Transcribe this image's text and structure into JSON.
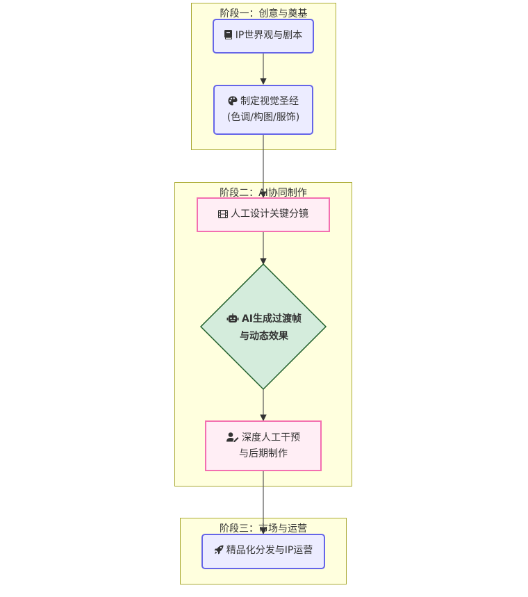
{
  "diagram": {
    "clusters": [
      {
        "id": "stage1",
        "title": "阶段一：创意与奠基"
      },
      {
        "id": "stage2",
        "title": "阶段二：AI协同制作"
      },
      {
        "id": "stage3",
        "title": "阶段三：市场与运营"
      }
    ],
    "nodes": {
      "ip_world": {
        "icon": "book-icon",
        "lines": [
          "IP世界观与剧本"
        ]
      },
      "visual_bible": {
        "icon": "palette-icon",
        "lines": [
          "制定视觉圣经",
          "(色调/构图/服饰)"
        ]
      },
      "storyboard": {
        "icon": "film-icon",
        "lines": [
          "人工设计关键分镜"
        ]
      },
      "ai_generate": {
        "icon": "robot-icon",
        "lines": [
          "AI生成过渡帧",
          "与动态效果"
        ]
      },
      "human_post": {
        "icon": "user-edit-icon",
        "lines": [
          "深度人工干预",
          "与后期制作"
        ]
      },
      "distribution": {
        "icon": "rocket-icon",
        "lines": [
          "精品化分发与IP运营"
        ]
      }
    },
    "edges": [
      [
        "ip_world",
        "visual_bible"
      ],
      [
        "visual_bible",
        "storyboard"
      ],
      [
        "storyboard",
        "ai_generate"
      ],
      [
        "ai_generate",
        "human_post"
      ],
      [
        "human_post",
        "distribution"
      ]
    ],
    "colors": {
      "cluster_fill": "#ffffde",
      "cluster_stroke": "#aaaa33",
      "blue_node_fill": "#ececff",
      "blue_node_stroke": "#6565e8",
      "pink_node_fill": "#ffeef5",
      "pink_node_stroke": "#f36fb0",
      "diamond_fill": "#d4ecdc",
      "diamond_stroke": "#1f5f2a",
      "edge": "#555555"
    }
  }
}
